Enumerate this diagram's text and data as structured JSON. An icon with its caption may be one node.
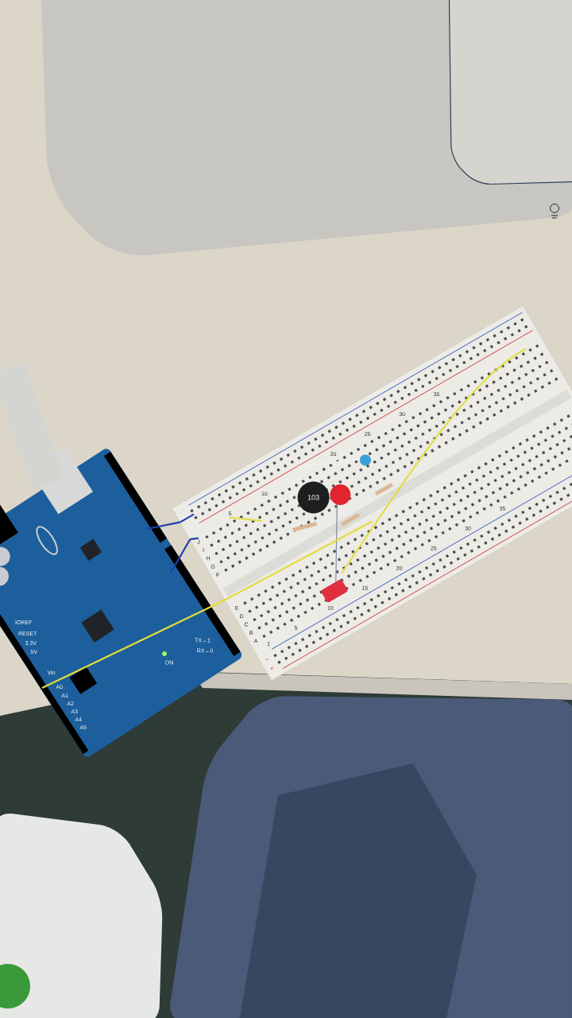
{
  "diagram": {
    "nodes": [
      {
        "text": [],
        "shape": "board"
      },
      {
        "text": [],
        "shape": "box"
      },
      {
        "text": [
          "103"
        ],
        "in": 1
      }
    ],
    "edges": [
      {
        "from": 0,
        "to": 1,
        "arrow": "none"
      },
      {
        "from": 0,
        "to": 1,
        "arrow": "none"
      },
      {
        "from": 0,
        "to": 1,
        "arrow": "none",
        "color": "#e3dc3a"
      }
    ],
    "labels": [
      "IOREF",
      "RESET",
      "3.3V",
      "5V",
      "Vin",
      "A0",
      "A1",
      "A2",
      "A3",
      "A4",
      "A5",
      "ON",
      "TX→1",
      "RX←0",
      "J",
      "I",
      "H",
      "G",
      "F",
      "E",
      "D",
      "C",
      "B",
      "A",
      "5",
      "10",
      "20",
      "25",
      "30",
      "35",
      "1",
      "5",
      "10",
      "15",
      "20",
      "25",
      "30",
      "35",
      "−",
      "+"
    ]
  }
}
